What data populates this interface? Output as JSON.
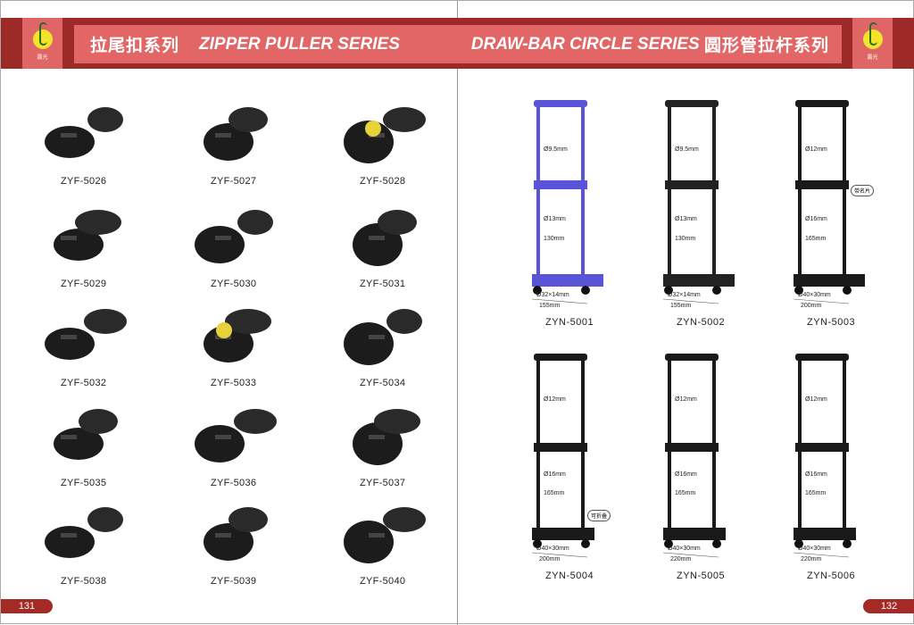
{
  "left_page": {
    "header_cn": "拉尾扣系列",
    "header_en": "ZIPPER PULLER SERIES",
    "page_number": "131",
    "products": [
      "ZYF-5026",
      "ZYF-5027",
      "ZYF-5028",
      "ZYF-5029",
      "ZYF-5030",
      "ZYF-5031",
      "ZYF-5032",
      "ZYF-5033",
      "ZYF-5034",
      "ZYF-5035",
      "ZYF-5036",
      "ZYF-5037",
      "ZYF-5038",
      "ZYF-5039",
      "ZYF-5040"
    ]
  },
  "right_page": {
    "header_en": "DRAW-BAR CIRCLE SERIES",
    "header_cn": "圆形管拉杆系列",
    "page_number": "132",
    "trolleys": [
      {
        "code": "ZYN-5001",
        "color": "#5a55d8",
        "upper_tube": "Ø9.5mm",
        "lower_tube": "Ø13mm",
        "inner_width": "130mm",
        "wheel": "Ø32×14mm",
        "base_width": "155mm",
        "note": ""
      },
      {
        "code": "ZYN-5002",
        "color": "#222222",
        "upper_tube": "Ø9.5mm",
        "lower_tube": "Ø13mm",
        "inner_width": "130mm",
        "wheel": "Ø32×14mm",
        "base_width": "155mm",
        "note": ""
      },
      {
        "code": "ZYN-5003",
        "color": "#1a1a1a",
        "upper_tube": "Ø12mm",
        "lower_tube": "Ø16mm",
        "inner_width": "165mm",
        "wheel": "Ø40×30mm",
        "base_width": "200mm",
        "note": "带名片"
      },
      {
        "code": "ZYN-5004",
        "color": "#1a1a1a",
        "upper_tube": "Ø12mm",
        "lower_tube": "Ø16mm",
        "inner_width": "165mm",
        "wheel": "Ø40×30mm",
        "base_width": "200mm",
        "note": "可折叠"
      },
      {
        "code": "ZYN-5005",
        "color": "#1a1a1a",
        "upper_tube": "Ø12mm",
        "lower_tube": "Ø16mm",
        "inner_width": "165mm",
        "wheel": "Ø40×30mm",
        "base_width": "220mm",
        "note": ""
      },
      {
        "code": "ZYN-5006",
        "color": "#1a1a1a",
        "upper_tube": "Ø12mm",
        "lower_tube": "Ø16mm",
        "inner_width": "165mm",
        "wheel": "Ø40×30mm",
        "base_width": "220mm",
        "note": ""
      }
    ]
  },
  "logo": {
    "text": "震光"
  },
  "colors": {
    "band_dark": "#9e2a27",
    "band_light": "#e36666",
    "logo_yellow": "#f1e42a"
  }
}
